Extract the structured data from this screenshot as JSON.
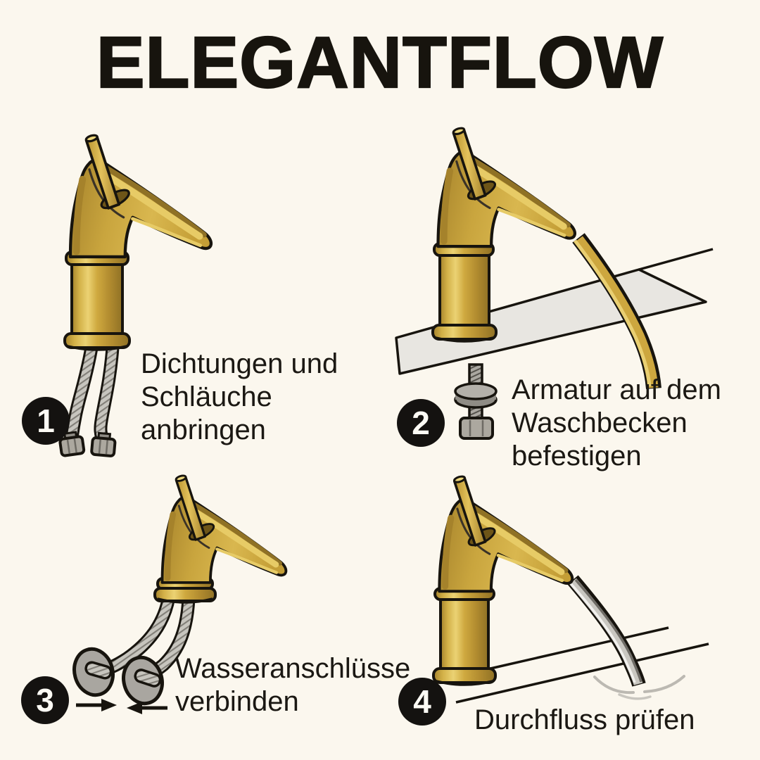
{
  "title": "ELEGANTFLOW",
  "steps": [
    {
      "number": "1",
      "label": "Dichtungen und\nSchläuche\nanbringen"
    },
    {
      "number": "2",
      "label": "Armatur auf dem\nWaschbecken\nbefestigen"
    },
    {
      "number": "3",
      "label": "Wasseranschlüsse\nverbinden"
    },
    {
      "number": "4",
      "label": "Durchfluss prüfen"
    }
  ],
  "colors": {
    "background": "#FBF7EE",
    "text": "#1B1813",
    "badge": "#141210",
    "brass": "#C9A53E",
    "brass_light": "#EBD273",
    "brass_dark": "#8F7125",
    "counter": "#E8E6E1",
    "hose_gray": "#C7C5BE",
    "water_gray": "#C9C7C1"
  }
}
